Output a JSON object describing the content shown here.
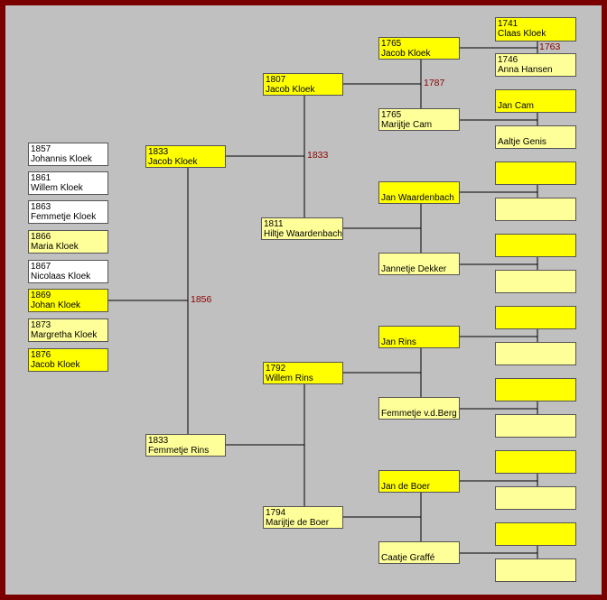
{
  "colors": {
    "frame": "#7a0000",
    "background": "#c0c0c0",
    "male": "#ffff00",
    "female": "#ffff99",
    "child": "#ffffff",
    "marriage_year": "#8b0000",
    "line": "#000000"
  },
  "children": [
    {
      "year": "1857",
      "name": "Johannis Kloek"
    },
    {
      "year": "1861",
      "name": "Willem Kloek"
    },
    {
      "year": "1863",
      "name": "Femmetje Kloek"
    },
    {
      "year": "1866",
      "name": "Maria Kloek"
    },
    {
      "year": "1867",
      "name": "Nicolaas Kloek"
    },
    {
      "year": "1869",
      "name": "Johan Kloek"
    },
    {
      "year": "1873",
      "name": "Margretha Kloek"
    },
    {
      "year": "1876",
      "name": "Jacob Kloek"
    }
  ],
  "parents": {
    "father": {
      "year": "1833",
      "name": "Jacob Kloek"
    },
    "mother": {
      "year": "1833",
      "name": "Femmetje Rins"
    },
    "marriage": "1856"
  },
  "grandparents": {
    "paternal_father": {
      "year": "1807",
      "name": "Jacob Kloek"
    },
    "paternal_mother": {
      "year": "1811",
      "name": "Hiltje Waardenbach"
    },
    "paternal_marriage": "1833",
    "maternal_father": {
      "year": "1792",
      "name": "Willem Rins"
    },
    "maternal_mother": {
      "year": "1794",
      "name": "Marijtje de Boer"
    }
  },
  "great_grandparents": [
    {
      "year": "1765",
      "name": "Jacob Kloek"
    },
    {
      "year": "1765",
      "name": "Marijtje Cam"
    },
    {
      "year": "",
      "name": "Jan Waardenbach"
    },
    {
      "year": "",
      "name": "Jannetje Dekker"
    },
    {
      "year": "",
      "name": "Jan Rins"
    },
    {
      "year": "",
      "name": "Femmetje v.d.Berg"
    },
    {
      "year": "",
      "name": "Jan de Boer"
    },
    {
      "year": "",
      "name": "Caatje Graffé"
    }
  ],
  "great_grandparents_marriage": "1787",
  "gg_grandparents": [
    {
      "year": "1741",
      "name": "Claas Kloek"
    },
    {
      "year": "1746",
      "name": "Anna Hansen"
    },
    {
      "year": "",
      "name": "Jan Cam"
    },
    {
      "year": "",
      "name": "Aaltje Genis"
    },
    {
      "year": "",
      "name": ""
    },
    {
      "year": "",
      "name": ""
    },
    {
      "year": "",
      "name": ""
    },
    {
      "year": "",
      "name": ""
    },
    {
      "year": "",
      "name": ""
    },
    {
      "year": "",
      "name": ""
    },
    {
      "year": "",
      "name": ""
    },
    {
      "year": "",
      "name": ""
    },
    {
      "year": "",
      "name": ""
    },
    {
      "year": "",
      "name": ""
    },
    {
      "year": "",
      "name": ""
    },
    {
      "year": "",
      "name": ""
    }
  ],
  "gg_grandparents_marriage": "1763"
}
